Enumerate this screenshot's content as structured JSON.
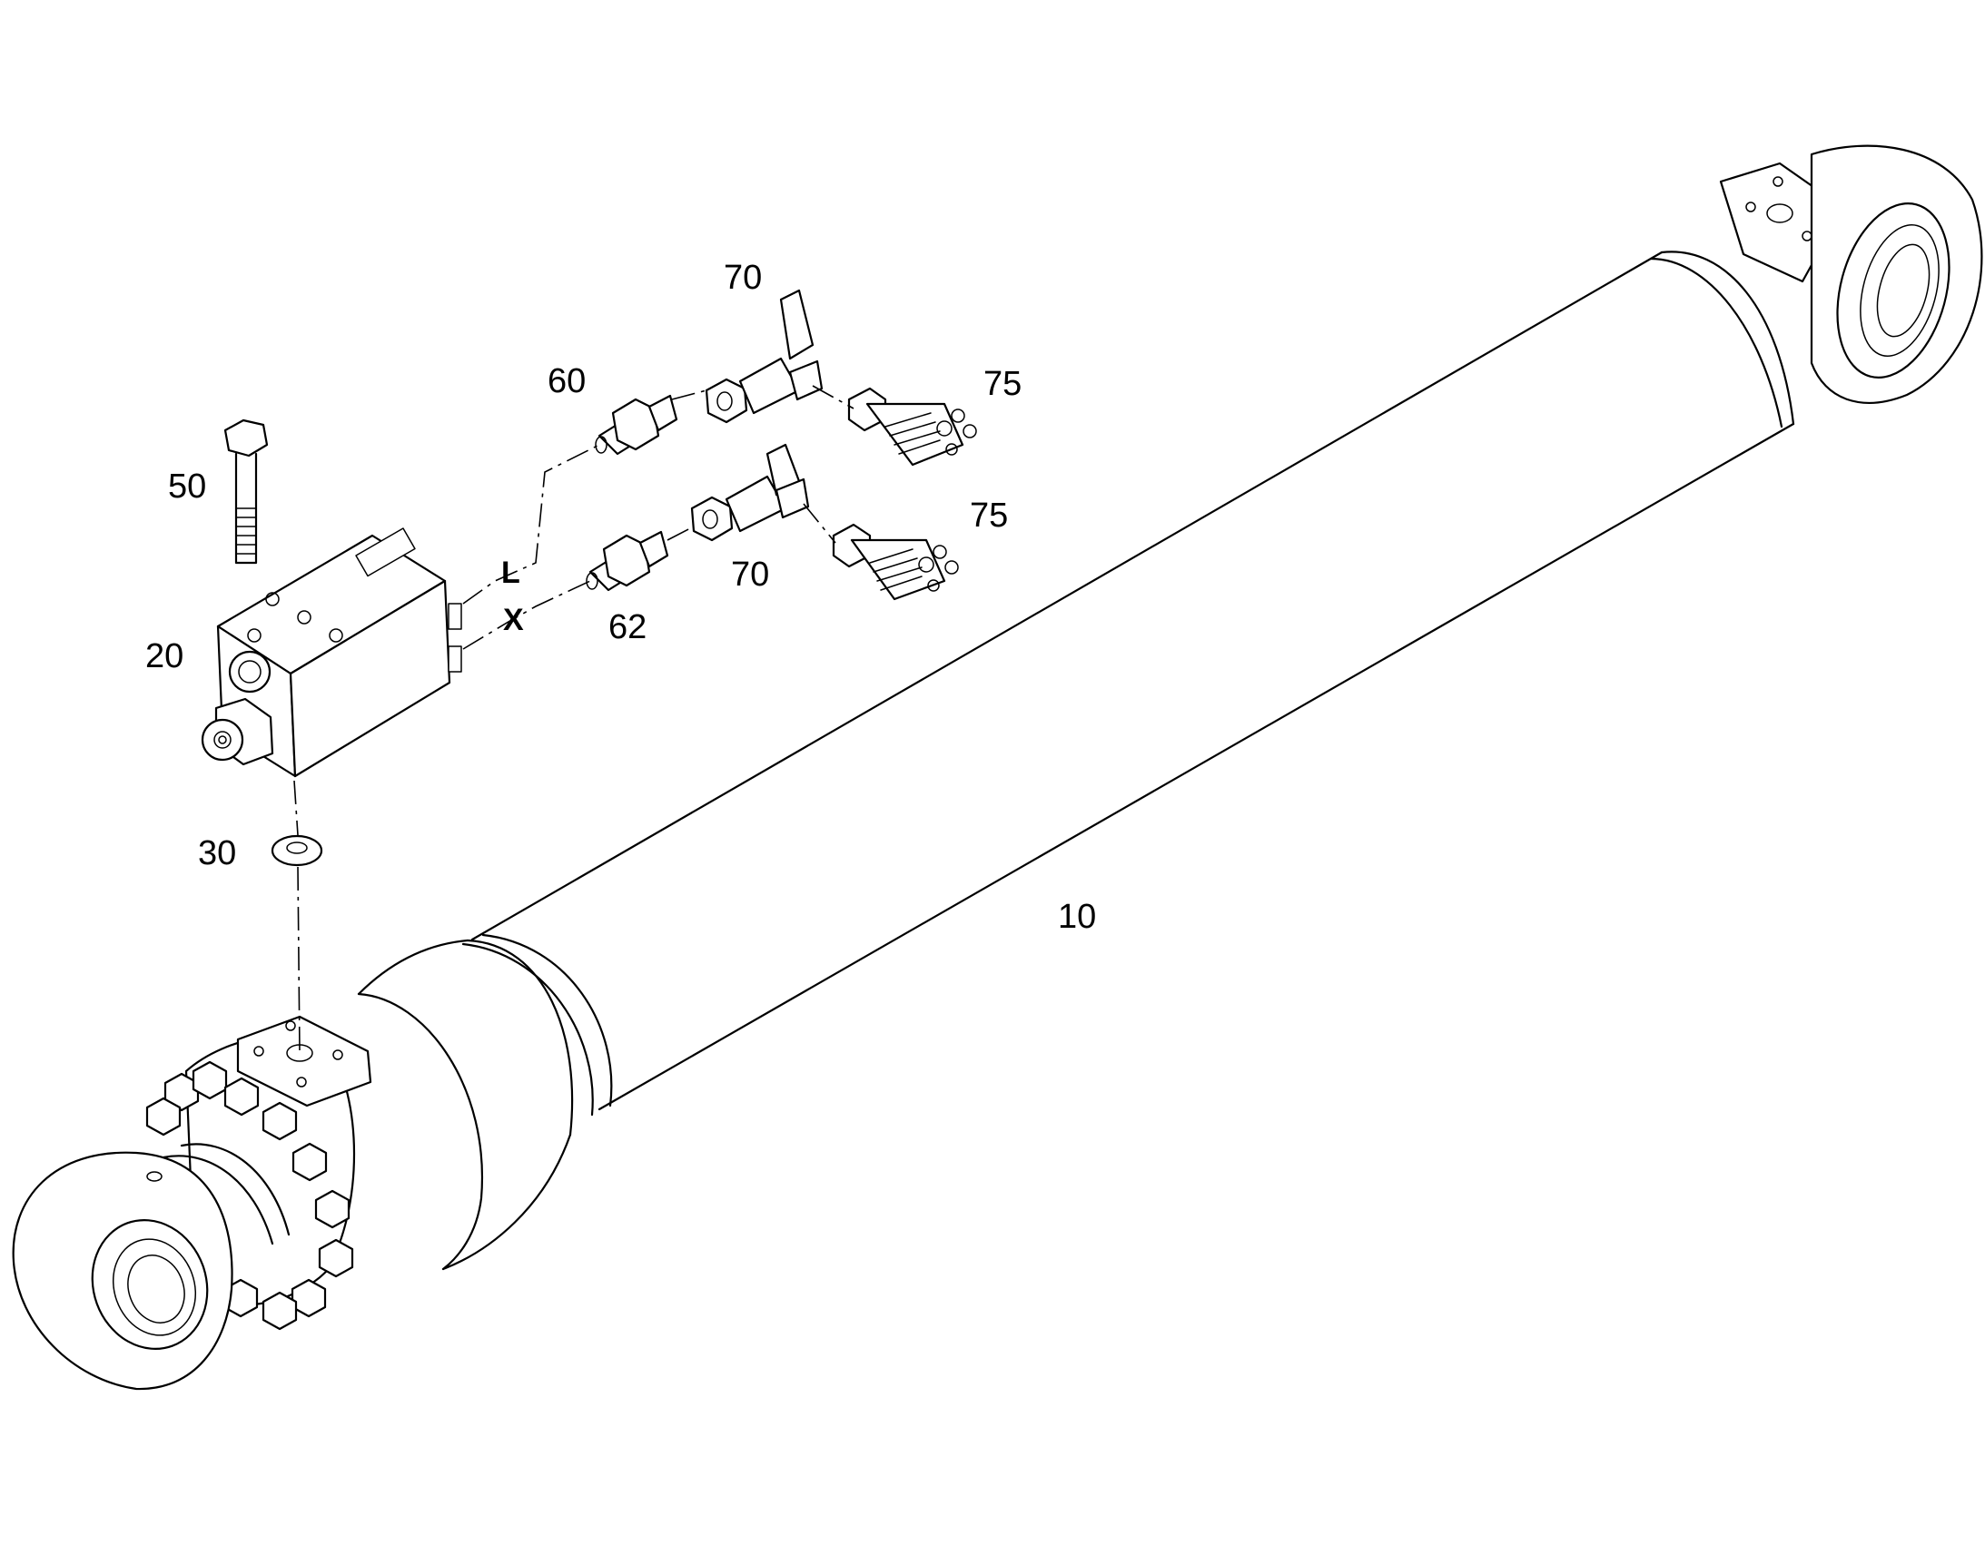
{
  "diagram": {
    "callouts": {
      "p10": "10",
      "p20": "20",
      "p30": "30",
      "p50": "50",
      "p60": "60",
      "p62": "62",
      "p70_top": "70",
      "p70_bottom": "70",
      "p75_top": "75",
      "p75_bottom": "75"
    },
    "ports": {
      "L": "L",
      "X": "X"
    }
  }
}
